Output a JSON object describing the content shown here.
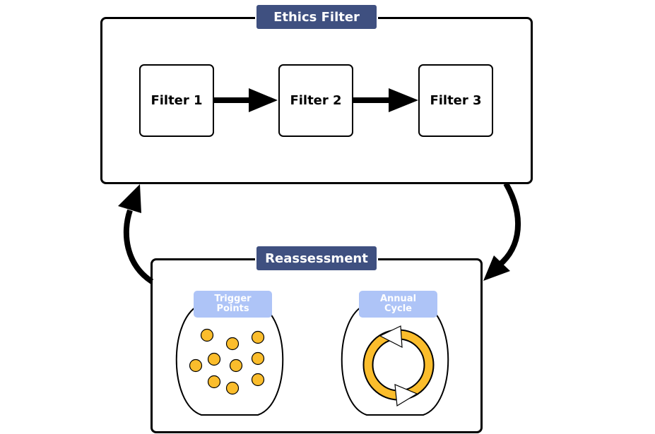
{
  "ethics_filter": {
    "title": "Ethics Filter",
    "filters": [
      "Filter 1",
      "Filter 2",
      "Filter 3"
    ]
  },
  "reassessment": {
    "title": "Reassessment",
    "trigger_points": {
      "label": "Trigger\nPoints",
      "dot_count": 10,
      "dot_color": "#fbbd2c"
    },
    "annual_cycle": {
      "label": "Annual\nCycle",
      "ring_color": "#fbbd2c"
    }
  },
  "colors": {
    "section_label_bg": "#3f5080",
    "sub_label_bg": "#aec4f7",
    "stroke": "#000000"
  },
  "icons": [
    "arrow-right-icon",
    "curved-arrow-up-icon",
    "curved-arrow-down-icon",
    "cycle-icon",
    "dots-icon"
  ]
}
